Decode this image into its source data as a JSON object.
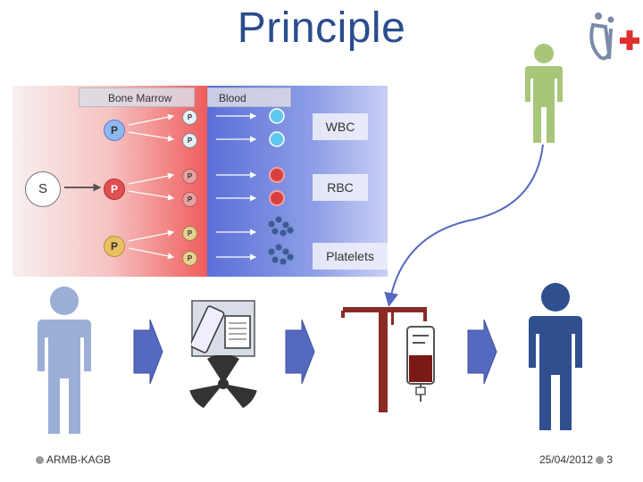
{
  "title": "Principle",
  "panel": {
    "header_marrow": "Bone Marrow",
    "header_blood": "Blood",
    "stem_label": "S",
    "progenitor_label": "P",
    "small_label": "P",
    "labels": {
      "wbc": "WBC",
      "rbc": "RBC",
      "platelets": "Platelets"
    }
  },
  "footer": {
    "left": "ARMB-KAGB",
    "date": "25/04/2012",
    "page": "3"
  },
  "icons": [
    "logo-icon",
    "donor-person-icon",
    "patient-person-icon",
    "chevron-arrow-icon",
    "medication-icon",
    "radiation-icon",
    "transfusion-stand-icon",
    "blood-bag-icon",
    "recovered-patient-icon"
  ],
  "colors": {
    "title": "#2a4d8c",
    "donor": "#a8c67a",
    "patient": "#9aaed6",
    "recovered": "#2f4f8f",
    "arrow": "#5569c0",
    "stand": "#8a2a24",
    "logo_red": "#e03030"
  }
}
